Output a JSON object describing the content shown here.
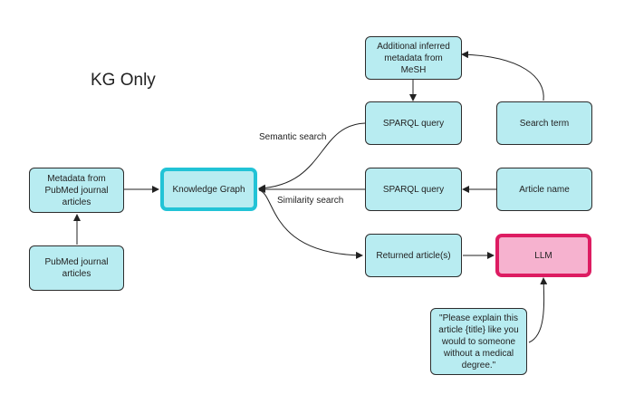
{
  "title": "KG Only",
  "nodes": {
    "mesh": "Additional inferred metadata from MeSH",
    "sparql_top": "SPARQL query",
    "search_term": "Search term",
    "pubmed_metadata": "Metadata from PubMed journal articles",
    "kg": "Knowledge Graph",
    "sparql_mid": "SPARQL query",
    "article_name": "Article name",
    "pubmed_articles": "PubMed journal articles",
    "returned": "Returned article(s)",
    "llm": "LLM",
    "prompt": "\"Please explain this article {title} like you would to someone without a medical degree.\""
  },
  "edge_labels": {
    "semantic": "Semantic search",
    "similarity": "Similarity search"
  },
  "colors": {
    "node_fill": "#b8ecf1",
    "kg_border": "#22c3d6",
    "llm_fill": "#f6b2cf",
    "llm_border": "#dd1c62"
  }
}
